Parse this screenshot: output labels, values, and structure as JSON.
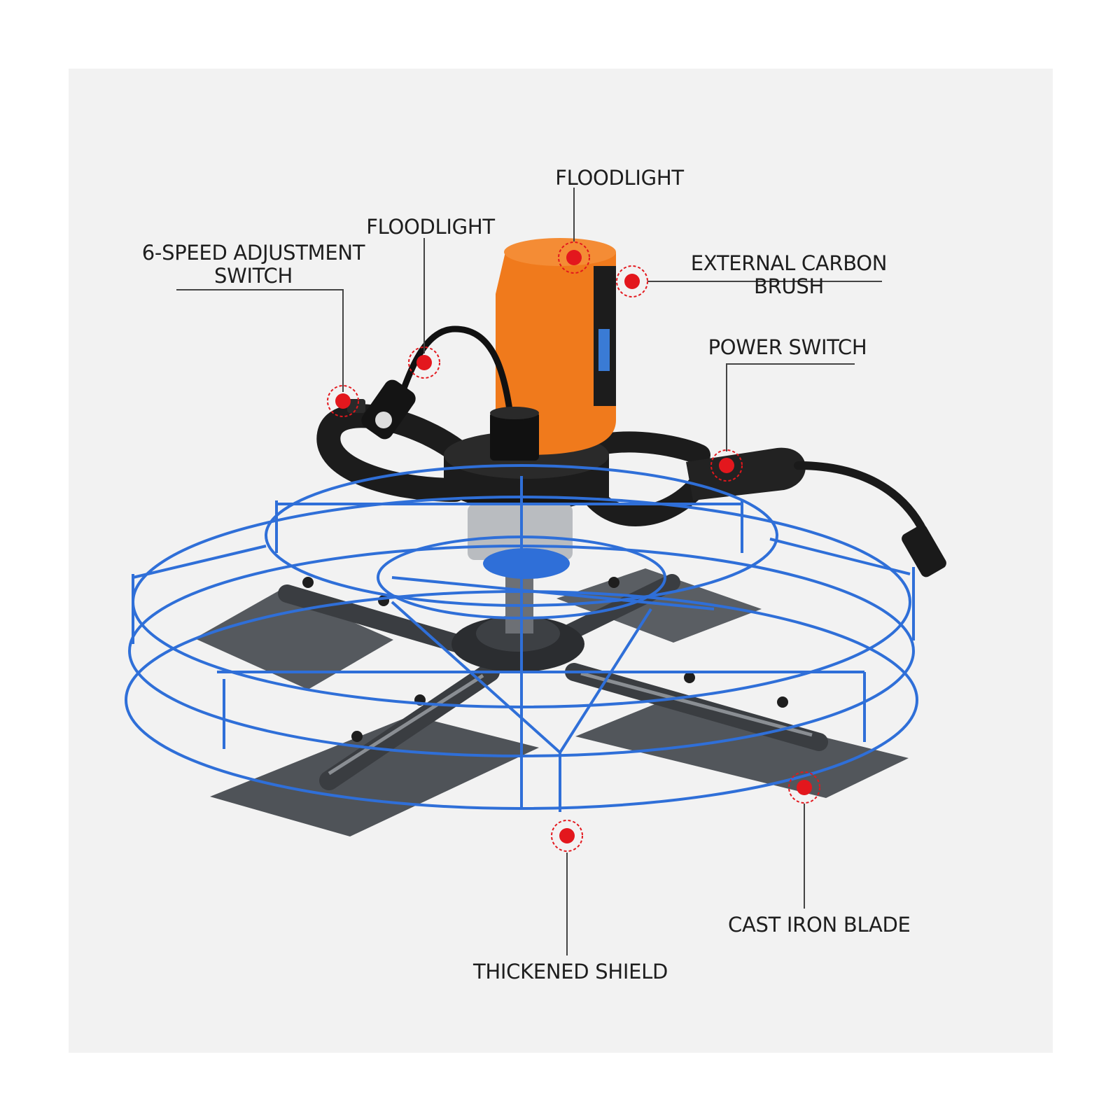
{
  "callouts": {
    "floodlight_top": {
      "text": "FLOODLIGHT"
    },
    "floodlight_left": {
      "text": "FLOODLIGHT"
    },
    "speed_switch": {
      "line1": "6-SPEED ADJUSTMENT",
      "line2": "SWITCH"
    },
    "carbon_brush": {
      "line1": "EXTERNAL CARBON",
      "line2": "BRUSH"
    },
    "power_switch": {
      "text": "POWER SWITCH"
    },
    "cast_iron_blade": {
      "text": "CAST IRON BLADE"
    },
    "thickened_shield": {
      "text": "THICKENED SHIELD"
    }
  },
  "colors": {
    "panel_background": "#f2f2f2",
    "motor_orange": "#f07a1c",
    "body_black": "#1c1c1c",
    "cage_blue": "#2f6fd8",
    "blade_gray": "#5a5e63",
    "marker_red": "#e3171d",
    "leader_line": "#444444"
  },
  "icons": {
    "marker": "red-dot-with-dashed-ring"
  }
}
